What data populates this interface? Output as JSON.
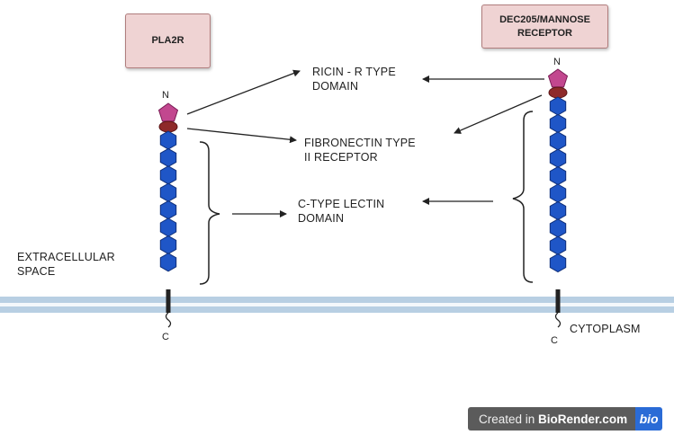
{
  "receptors": {
    "left_title": "PLA2R",
    "right_title": "DEC205/MANNOSE RECEPTOR",
    "n_terminus": "N",
    "c_terminus": "C"
  },
  "domains": {
    "ricin": "RICIN - R TYPE DOMAIN",
    "fibronectin": "FIBRONECTIN TYPE II RECEPTOR",
    "lectin": "C-TYPE LECTIN DOMAIN"
  },
  "regions": {
    "extracellular": "EXTRACELLULAR SPACE",
    "cytoplasm": "CYTOPLASM"
  },
  "credit": {
    "prefix": "Created in ",
    "brand": "BioRender.com",
    "logo": "bio"
  },
  "colors": {
    "box_fill": "#efd3d3",
    "pentagon": "#c2478f",
    "oval": "#8e2a2a",
    "hexagon": "#1f56c7",
    "membrane": "#b8cfe3"
  },
  "counts": {
    "left_lectin_domains": 8,
    "right_lectin_domains": 10
  }
}
